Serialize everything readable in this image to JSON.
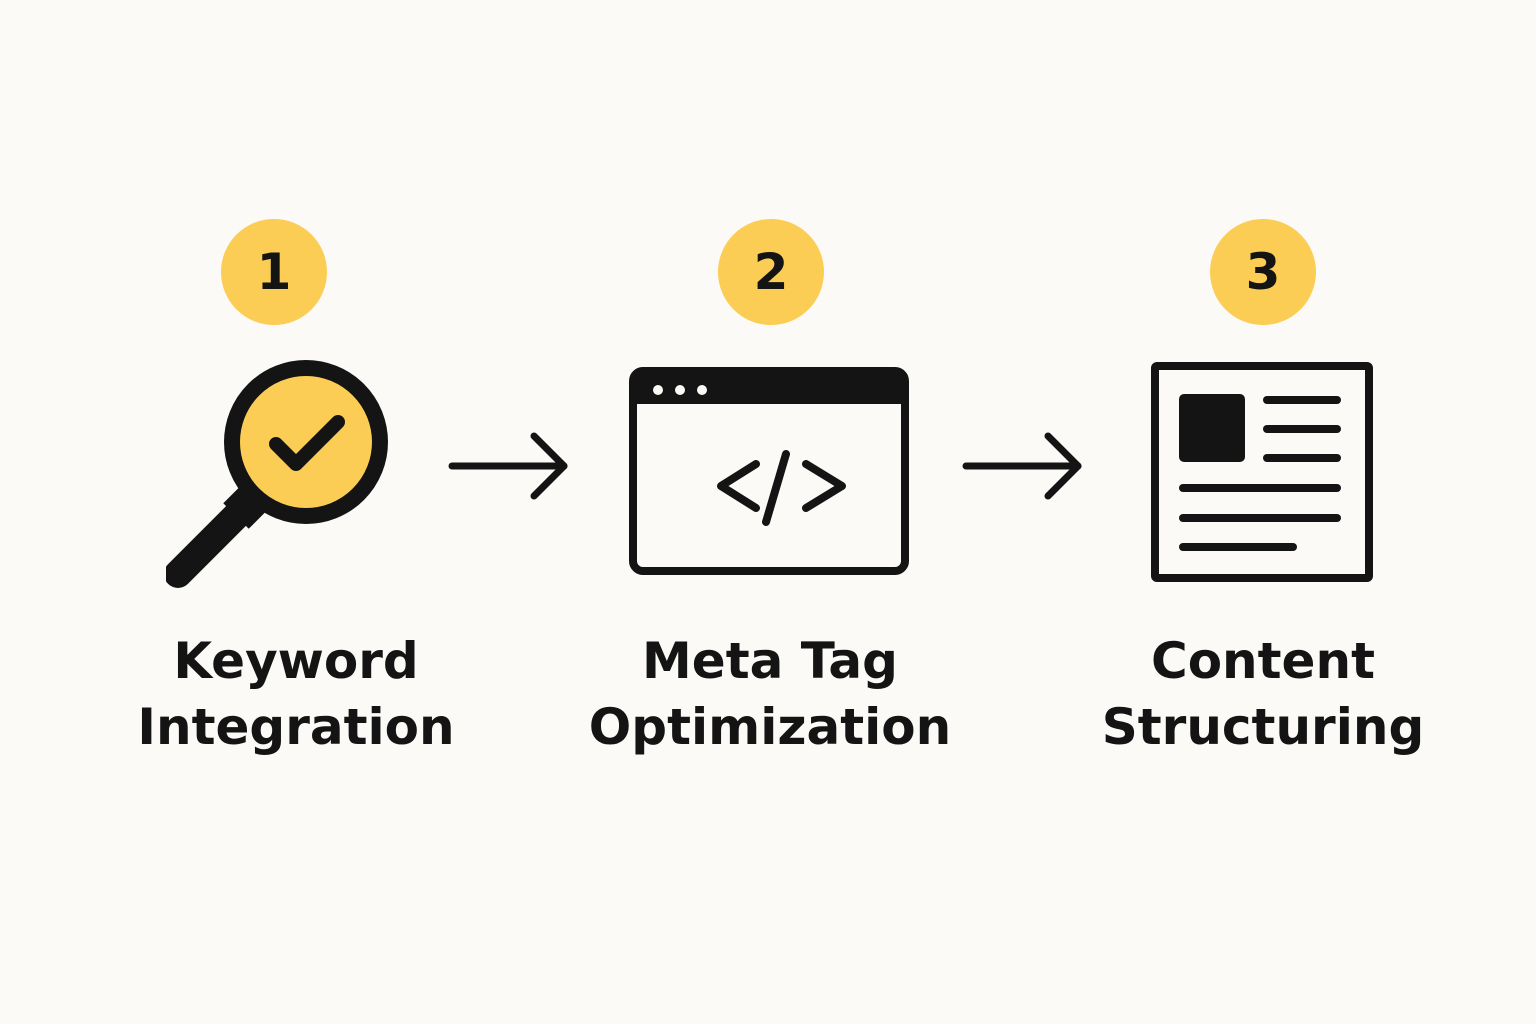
{
  "colors": {
    "background": "#fbfaf6",
    "accent": "#fbcd55",
    "ink": "#141414"
  },
  "steps": [
    {
      "number": "1",
      "label_line1": "Keyword",
      "label_line2": "Integration",
      "icon": "magnifier-check-icon"
    },
    {
      "number": "2",
      "label_line1": "Meta Tag",
      "label_line2": "Optimization",
      "icon": "browser-code-icon"
    },
    {
      "number": "3",
      "label_line1": "Content",
      "label_line2": "Structuring",
      "icon": "document-layout-icon"
    }
  ],
  "connectors": [
    {
      "icon": "right-arrow-icon"
    },
    {
      "icon": "right-arrow-icon"
    }
  ]
}
